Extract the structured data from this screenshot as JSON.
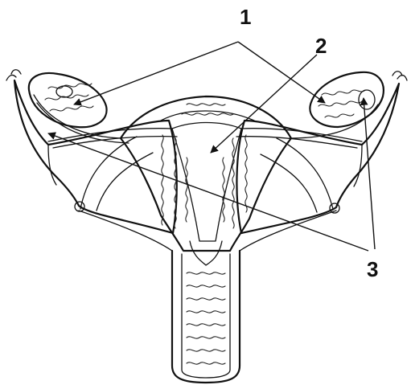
{
  "labels": {
    "one": "1",
    "two": "2",
    "three": "3"
  }
}
